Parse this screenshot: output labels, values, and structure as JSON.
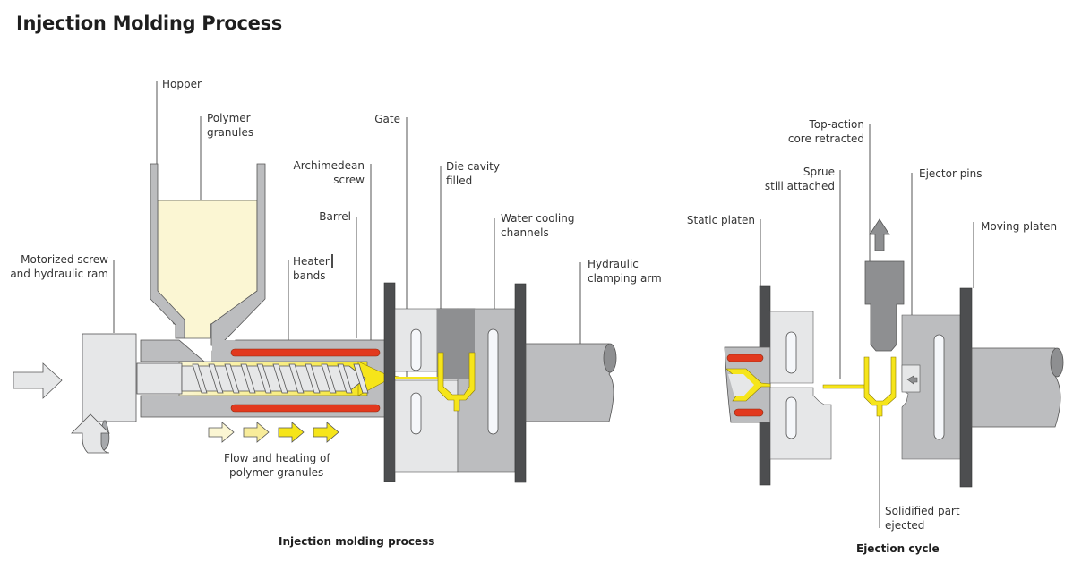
{
  "title": "Injection Molding Process",
  "colors": {
    "barrel_gray": "#bcbdbf",
    "light_gray": "#e6e7e8",
    "dark_gray": "#58595b",
    "platen_dark": "#4d4e50",
    "heater_red": "#e2391e",
    "polymer_yellow": "#f6e51a",
    "granule_cream": "#fbf6d3",
    "mold_mid_gray": "#8e8f91"
  },
  "left_diagram": {
    "caption": "Injection molding process",
    "labels": {
      "hopper": "Hopper",
      "polymer_granules_1": "Polymer",
      "polymer_granules_2": "granules",
      "gate": "Gate",
      "archimedean_screw_1": "Archimedean",
      "archimedean_screw_2": "screw",
      "die_cavity_1": "Die cavity",
      "die_cavity_2": "filled",
      "barrel": "Barrel",
      "water_cooling_1": "Water cooling",
      "water_cooling_2": "channels",
      "heater_bands_1": "Heater",
      "heater_bands_2": "bands",
      "hydraulic_arm_1": "Hydraulic",
      "hydraulic_arm_2": "clamping arm",
      "motorized_1": "Motorized screw",
      "motorized_2": "and hydraulic ram",
      "flow_1": "Flow and heating of",
      "flow_2": "polymer granules"
    }
  },
  "right_diagram": {
    "caption": "Ejection cycle",
    "labels": {
      "top_action_1": "Top-action",
      "top_action_2": "core retracted",
      "sprue_1": "Sprue",
      "sprue_2": "still attached",
      "ejector_pins": "Ejector pins",
      "static_platen": "Static platen",
      "moving_platen": "Moving platen",
      "solidified_1": "Solidified part",
      "solidified_2": "ejected"
    }
  }
}
